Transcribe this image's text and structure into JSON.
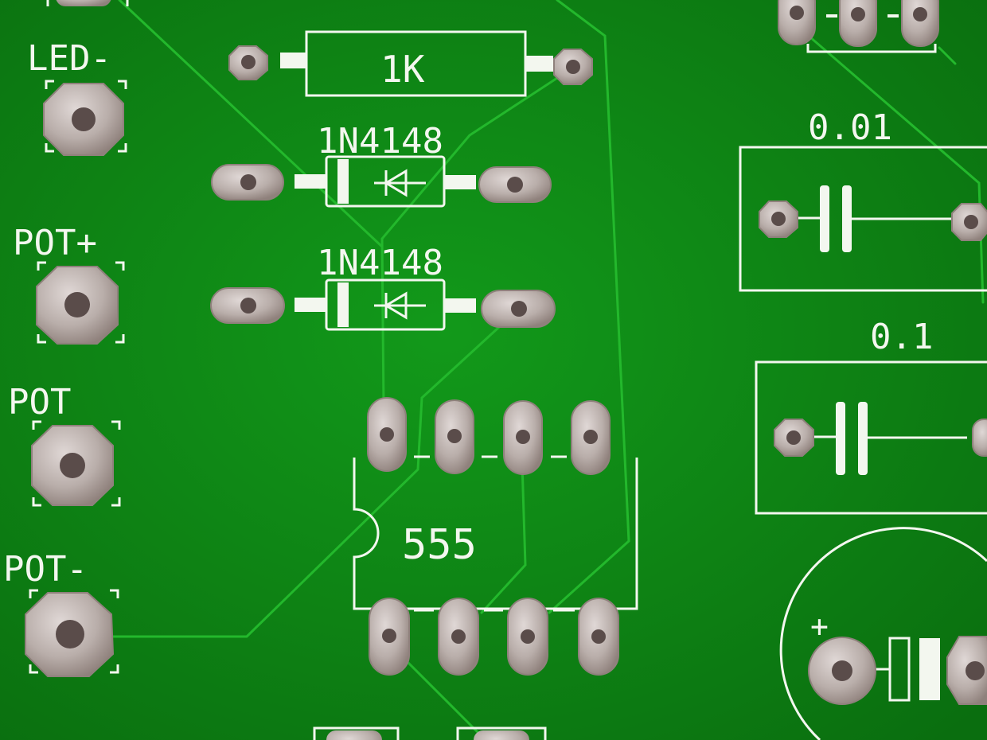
{
  "pcb": {
    "colors": {
      "board": "#0e8a14",
      "board_shade": "#0b7410",
      "trace": "#1fb52a",
      "silkscreen": "#f3f7ef",
      "pad": "#b9aeaa",
      "pad_edge": "#8f817c",
      "hole": "#5a4c4a"
    },
    "labels": {
      "led_minus": "LED-",
      "pot_plus": "POT+",
      "pot": "POT",
      "pot_minus": "POT-",
      "resistor": "1K",
      "diode_1": "1N4148",
      "diode_2": "1N4148",
      "ic": "555",
      "cap_1": "0.01",
      "cap_2": "0.1",
      "electrolytic_polarity": "+"
    }
  }
}
